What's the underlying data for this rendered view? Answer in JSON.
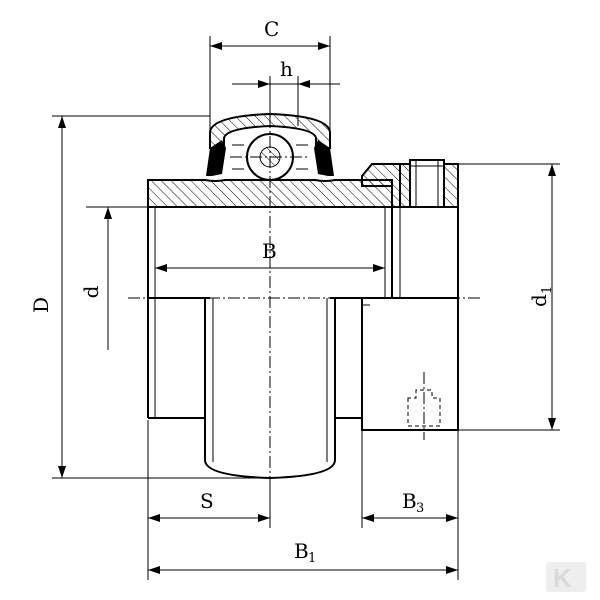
{
  "labels": {
    "C": "C",
    "h": "h",
    "D": "D",
    "d": "d",
    "B": "B",
    "d1_main": "d",
    "d1_sub": "1",
    "S": "S",
    "B3_main": "B",
    "B3_sub": "3",
    "B1_main": "B",
    "B1_sub": "1"
  },
  "watermark": "K",
  "colors": {
    "line": "#000000",
    "hatch": "#000000",
    "watermark": "#d9d9d9"
  }
}
